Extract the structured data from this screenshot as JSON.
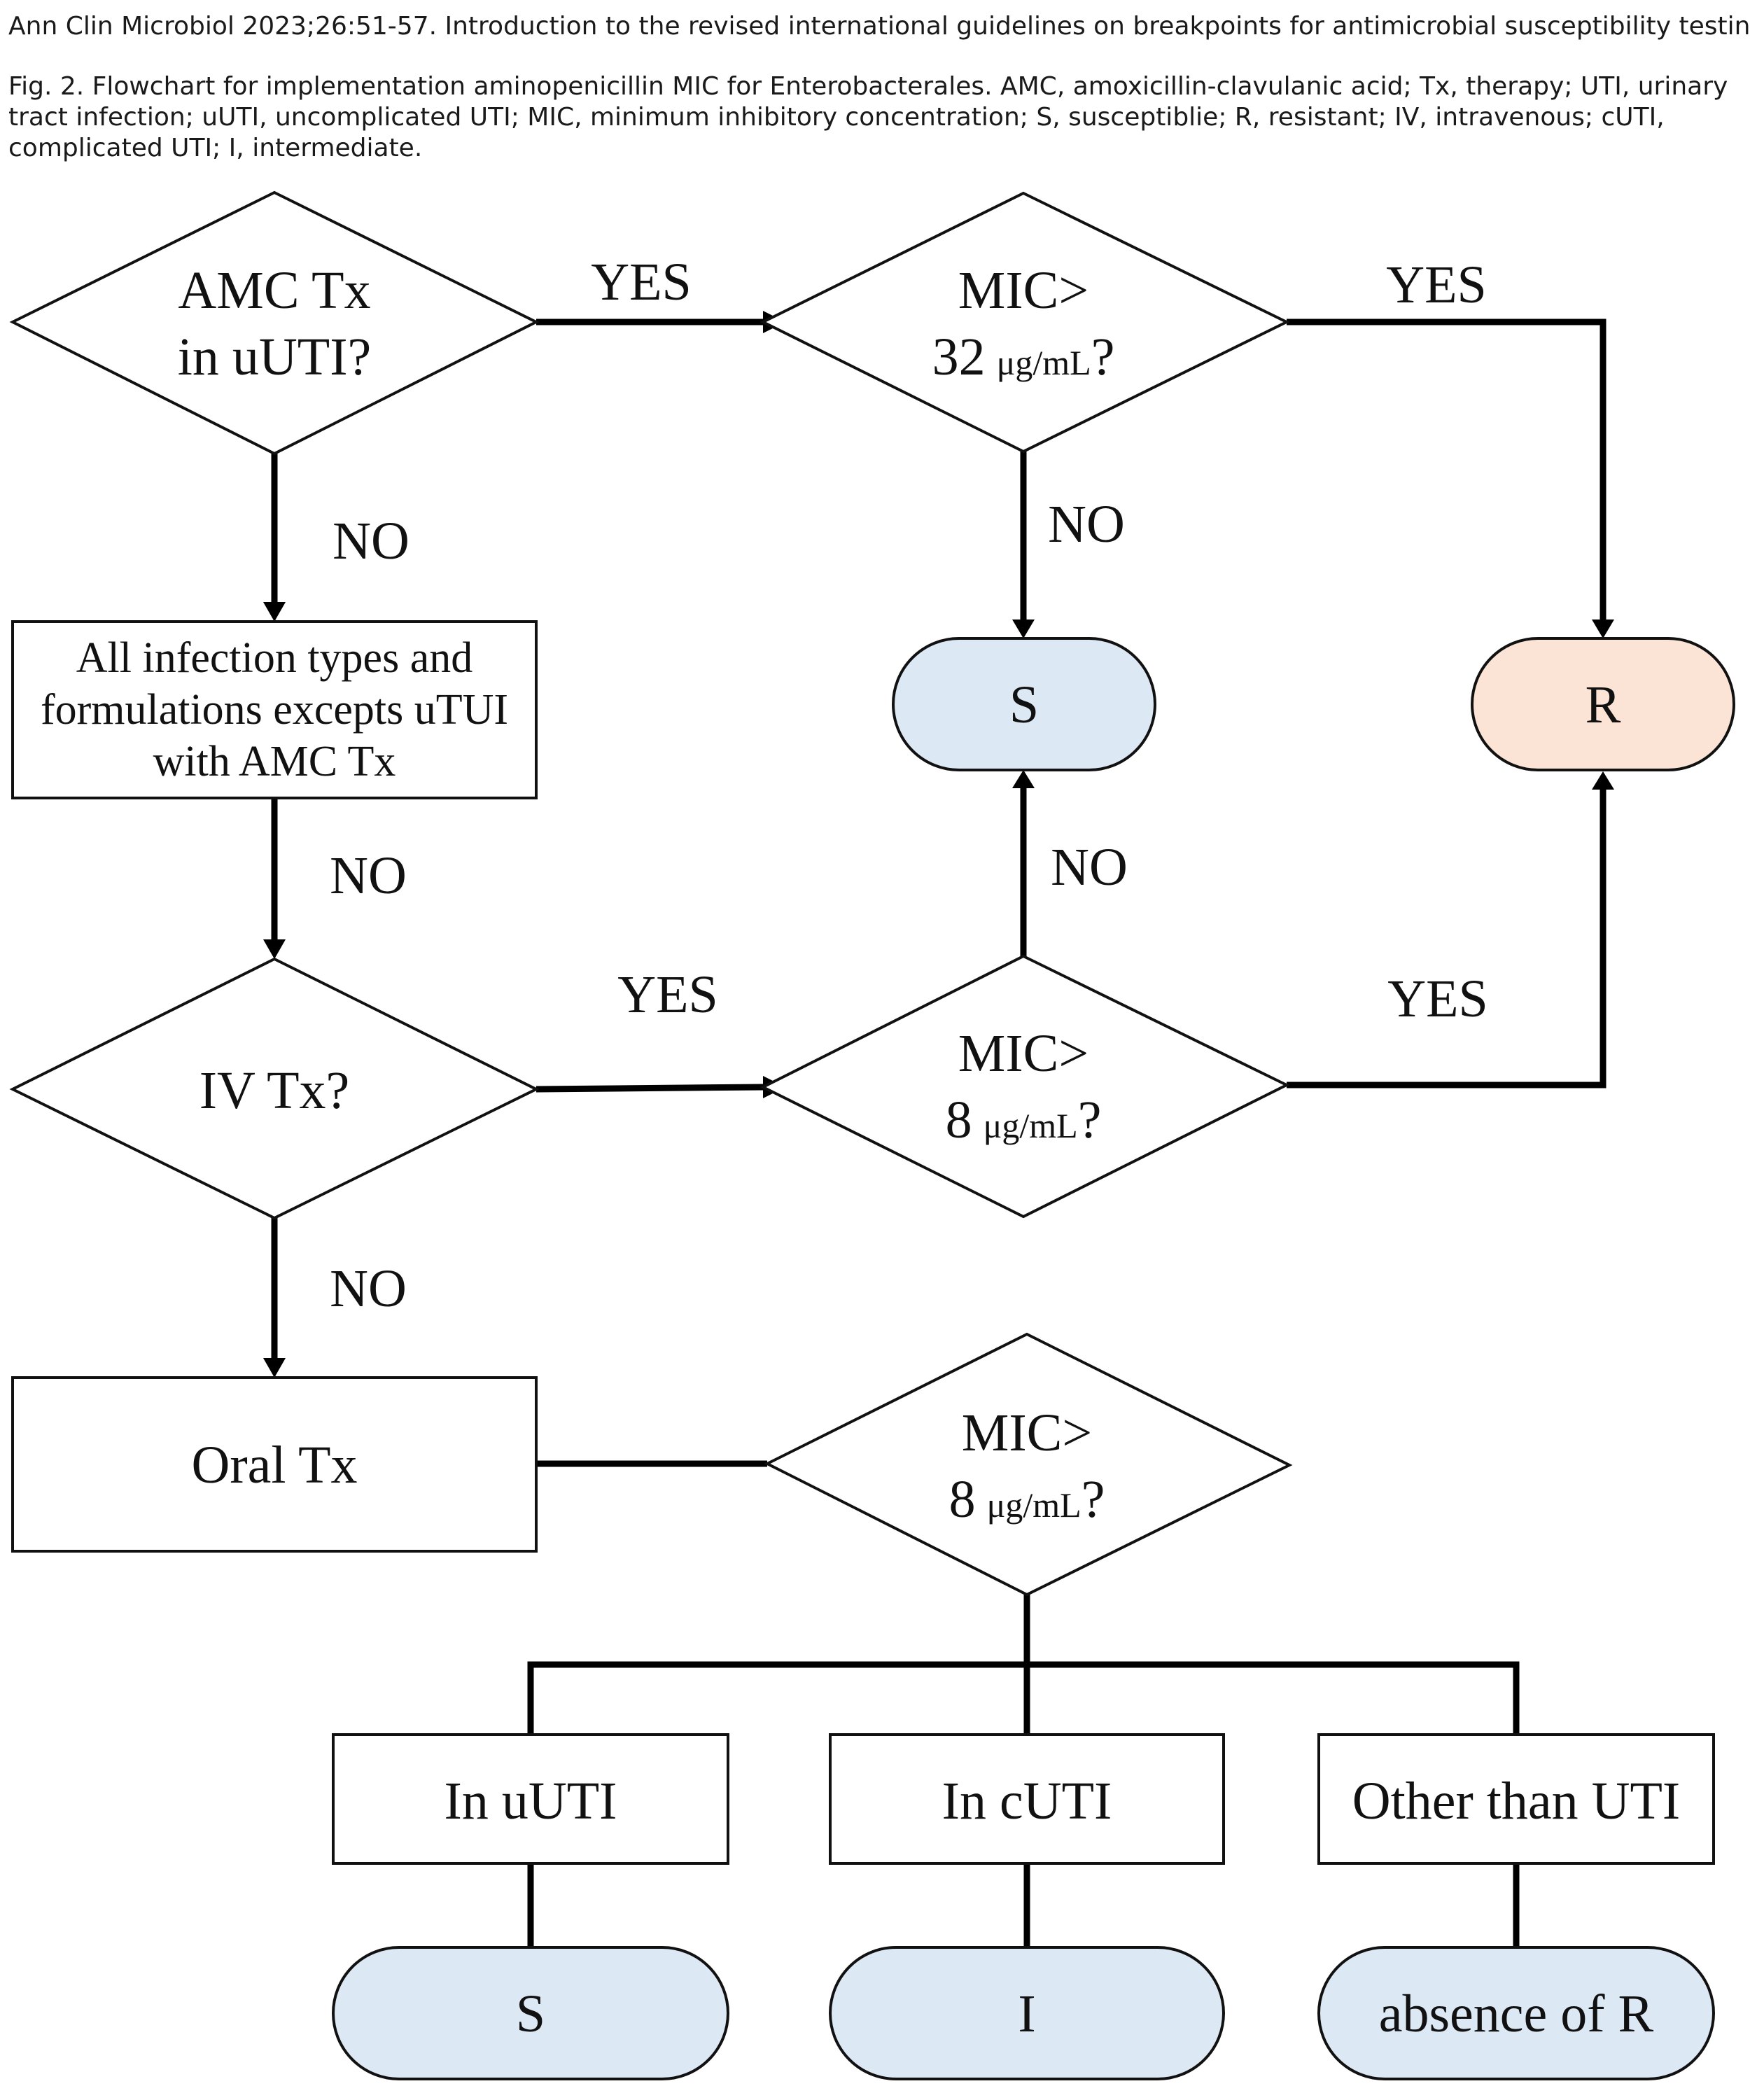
{
  "header": {
    "journal_line": "Ann Clin Microbiol 2023;26:51-57. Introduction to the revised international guidelines on breakpoints for antimicrobial susceptibility testing",
    "caption": "Fig. 2. Flowchart for implementation aminopenicillin MIC for Enterobacterales. AMC, amoxicillin-clavulanic acid; Tx, therapy; UTI, urinary tract infection; uUTI, uncomplicated UTI; MIC, minimum inhibitory concentration; S, susceptiblie; R, resistant; IV, intravenous; cUTI, complicated UTI; I, intermediate."
  },
  "colors": {
    "susceptible_fill": "#dde8f5",
    "resistant_fill": "#fbe3d6",
    "stroke": "#111111",
    "box_fill": "#ffffff"
  },
  "nodes": {
    "amc_uuti": {
      "line1": "AMC Tx",
      "line2": "in uUTI?"
    },
    "mic32": {
      "line1": "MIC>",
      "value": "32",
      "unit": "μg/mL",
      "mark": "?"
    },
    "s_top": {
      "label": "S"
    },
    "r_top": {
      "label": "R"
    },
    "all_types": {
      "line1": "All infection types and",
      "line2": "formulations excepts uTUI",
      "line3": "with AMC Tx"
    },
    "iv": {
      "label": "IV Tx?"
    },
    "mic8_iv": {
      "line1": "MIC>",
      "value": "8",
      "unit": "μg/mL",
      "mark": "?"
    },
    "oral": {
      "label": "Oral Tx"
    },
    "mic8_oral": {
      "line1": "MIC>",
      "value": "8",
      "unit": "μg/mL",
      "mark": "?"
    },
    "in_uuti": {
      "label": "In uUTI"
    },
    "in_cuti": {
      "label": "In cUTI"
    },
    "other_uti": {
      "label": "Other than UTI"
    },
    "s_bottom": {
      "label": "S"
    },
    "i_bottom": {
      "label": "I"
    },
    "absence_r": {
      "label": "absence of R"
    }
  },
  "edge_labels": {
    "amc_yes": "YES",
    "amc_no": "NO",
    "mic32_yes": "YES",
    "mic32_no": "NO",
    "all_no": "NO",
    "iv_yes": "YES",
    "iv_no": "NO",
    "mic8_no": "NO",
    "mic8_yes": "YES"
  }
}
